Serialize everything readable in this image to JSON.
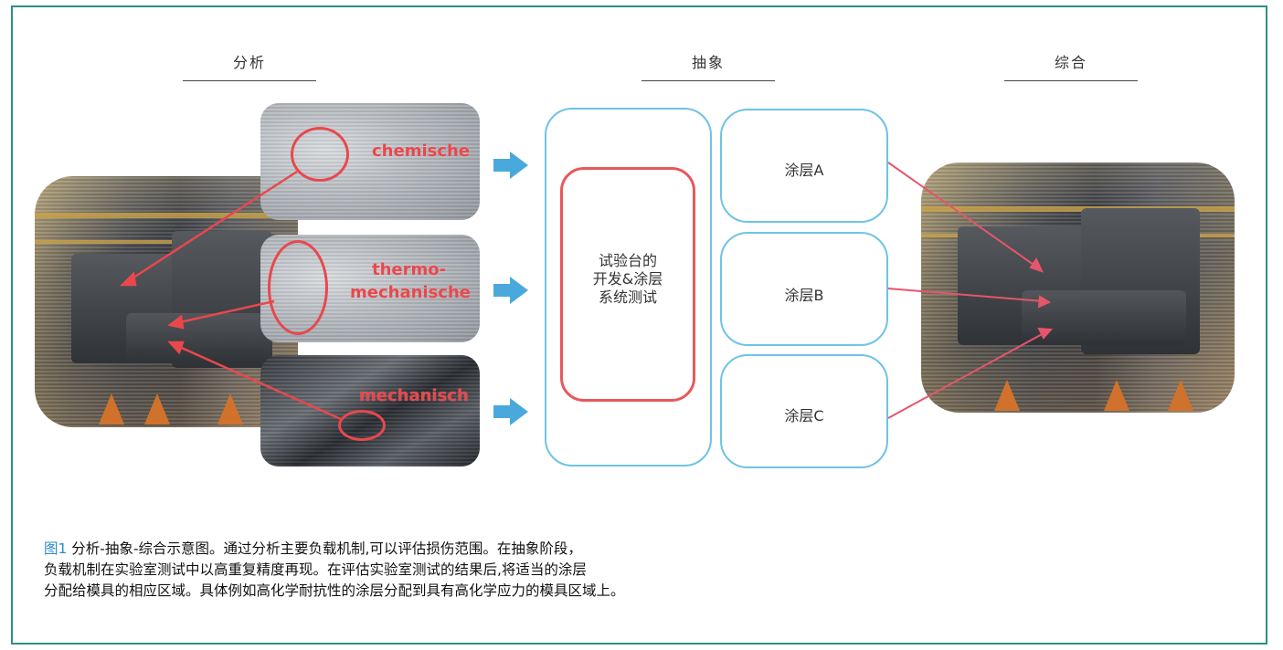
{
  "headings": {
    "analysis": "分析",
    "abstraction": "抽象",
    "synthesis": "综合"
  },
  "photo_labels": {
    "chemical": "chemische",
    "thermo_1": "thermo-",
    "thermo_2": "mechanische",
    "mechanical": "mechanisch"
  },
  "test_box": {
    "line1": "试验台的",
    "line2": "开发&涂层",
    "line3": "系统测试"
  },
  "coatings": [
    {
      "label": "涂层A"
    },
    {
      "label": "涂层B"
    },
    {
      "label": "涂层C"
    }
  ],
  "caption": {
    "figure_ref": "图1",
    "line1": " 分析-抽象-综合示意图。通过分析主要负载机制,可以评估损伤范围。在抽象阶段，",
    "line2": "负载机制在实验室测试中以高重复精度再现。在评估实验室测试的结果后,将适当的涂层",
    "line3": "分配给模具的相应区域。具体例如高化学耐抗性的涂层分配到具有高化学应力的模具区域上。"
  },
  "colors": {
    "frame": "#2c8f88",
    "accent_red": "#e8484d",
    "box_blue": "#6ec3e6",
    "flow_arrow": "#4aa9dc",
    "figure_ref": "#2a89c6"
  }
}
